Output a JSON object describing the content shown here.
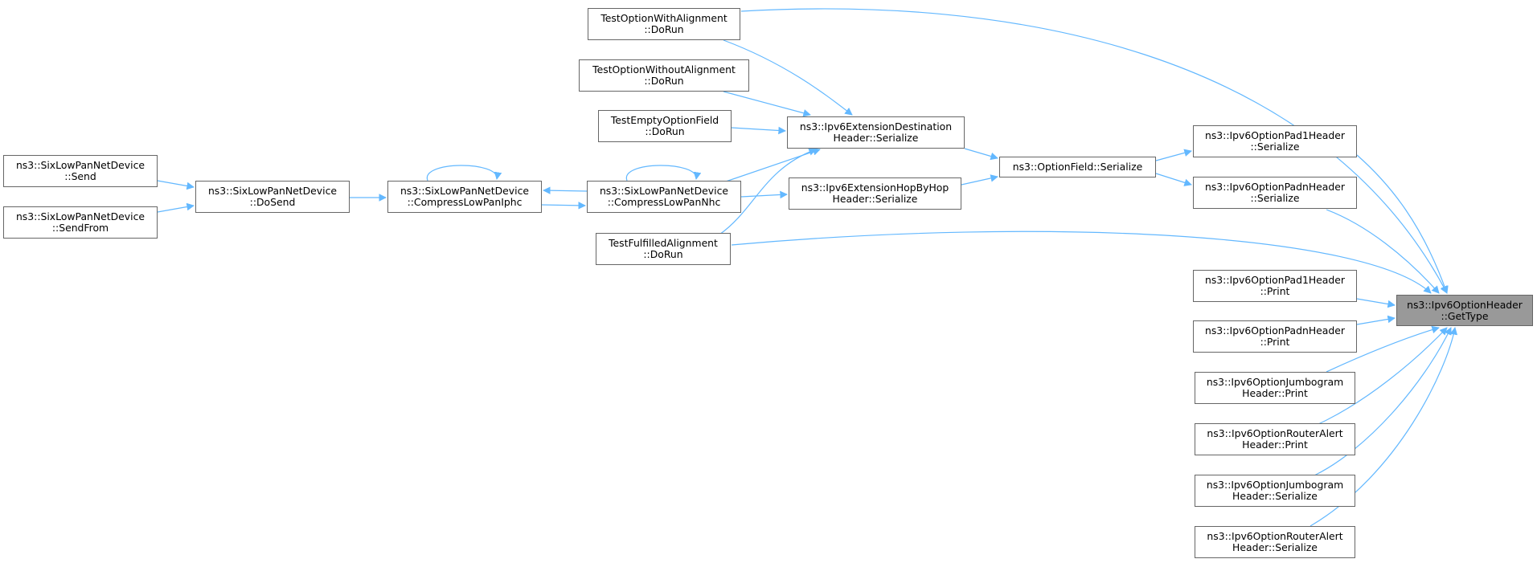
{
  "diagram": {
    "edge_color": "#63b8ff",
    "focus_fill": "#999999",
    "node_border": "#666666",
    "nodes": [
      {
        "id": "get_type",
        "line1": "ns3::Ipv6OptionHeader",
        "line2": "::GetType"
      },
      {
        "id": "test_with_align",
        "line1": "TestOptionWithAlignment",
        "line2": "::DoRun"
      },
      {
        "id": "test_without_align",
        "line1": "TestOptionWithoutAlignment",
        "line2": "::DoRun"
      },
      {
        "id": "test_empty",
        "line1": "TestEmptyOptionField",
        "line2": "::DoRun"
      },
      {
        "id": "test_fulfilled",
        "line1": "TestFulfilledAlignment",
        "line2": "::DoRun"
      },
      {
        "id": "dest_serialize",
        "line1": "ns3::Ipv6ExtensionDestination",
        "line2": "Header::Serialize"
      },
      {
        "id": "hop_serialize",
        "line1": "ns3::Ipv6ExtensionHopByHop",
        "line2": "Header::Serialize"
      },
      {
        "id": "optionfield_serialize",
        "line1": "ns3::OptionField::Serialize",
        "line2": ""
      },
      {
        "id": "pad1_serialize",
        "line1": "ns3::Ipv6OptionPad1Header",
        "line2": "::Serialize"
      },
      {
        "id": "padn_serialize",
        "line1": "ns3::Ipv6OptionPadnHeader",
        "line2": "::Serialize"
      },
      {
        "id": "pad1_print",
        "line1": "ns3::Ipv6OptionPad1Header",
        "line2": "::Print"
      },
      {
        "id": "padn_print",
        "line1": "ns3::Ipv6OptionPadnHeader",
        "line2": "::Print"
      },
      {
        "id": "jumbo_print",
        "line1": "ns3::Ipv6OptionJumbogram",
        "line2": "Header::Print"
      },
      {
        "id": "router_print",
        "line1": "ns3::Ipv6OptionRouterAlert",
        "line2": "Header::Print"
      },
      {
        "id": "jumbo_serialize",
        "line1": "ns3::Ipv6OptionJumbogram",
        "line2": "Header::Serialize"
      },
      {
        "id": "router_serialize",
        "line1": "ns3::Ipv6OptionRouterAlert",
        "line2": "Header::Serialize"
      },
      {
        "id": "compress_nhc",
        "line1": "ns3::SixLowPanNetDevice",
        "line2": "::CompressLowPanNhc"
      },
      {
        "id": "compress_iphc",
        "line1": "ns3::SixLowPanNetDevice",
        "line2": "::CompressLowPanIphc"
      },
      {
        "id": "do_send",
        "line1": "ns3::SixLowPanNetDevice",
        "line2": "::DoSend"
      },
      {
        "id": "send",
        "line1": "ns3::SixLowPanNetDevice",
        "line2": "::Send"
      },
      {
        "id": "send_from",
        "line1": "ns3::SixLowPanNetDevice",
        "line2": "::SendFrom"
      }
    ],
    "edges": [
      {
        "from": "test_with_align",
        "to": "get_type"
      },
      {
        "from": "test_fulfilled",
        "to": "get_type"
      },
      {
        "from": "pad1_serialize",
        "to": "get_type"
      },
      {
        "from": "padn_serialize",
        "to": "get_type"
      },
      {
        "from": "pad1_print",
        "to": "get_type"
      },
      {
        "from": "padn_print",
        "to": "get_type"
      },
      {
        "from": "jumbo_print",
        "to": "get_type"
      },
      {
        "from": "router_print",
        "to": "get_type"
      },
      {
        "from": "jumbo_serialize",
        "to": "get_type"
      },
      {
        "from": "router_serialize",
        "to": "get_type"
      },
      {
        "from": "optionfield_serialize",
        "to": "pad1_serialize"
      },
      {
        "from": "optionfield_serialize",
        "to": "padn_serialize"
      },
      {
        "from": "dest_serialize",
        "to": "optionfield_serialize"
      },
      {
        "from": "hop_serialize",
        "to": "optionfield_serialize"
      },
      {
        "from": "test_with_align",
        "to": "dest_serialize"
      },
      {
        "from": "test_without_align",
        "to": "dest_serialize"
      },
      {
        "from": "test_empty",
        "to": "dest_serialize"
      },
      {
        "from": "compress_nhc",
        "to": "dest_serialize"
      },
      {
        "from": "test_fulfilled",
        "to": "dest_serialize"
      },
      {
        "from": "compress_nhc",
        "to": "hop_serialize"
      },
      {
        "from": "compress_nhc",
        "to": "compress_nhc"
      },
      {
        "from": "compress_iphc",
        "to": "compress_nhc"
      },
      {
        "from": "compress_nhc",
        "to": "compress_iphc"
      },
      {
        "from": "compress_iphc",
        "to": "compress_iphc"
      },
      {
        "from": "do_send",
        "to": "compress_iphc"
      },
      {
        "from": "send",
        "to": "do_send"
      },
      {
        "from": "send_from",
        "to": "do_send"
      }
    ]
  }
}
